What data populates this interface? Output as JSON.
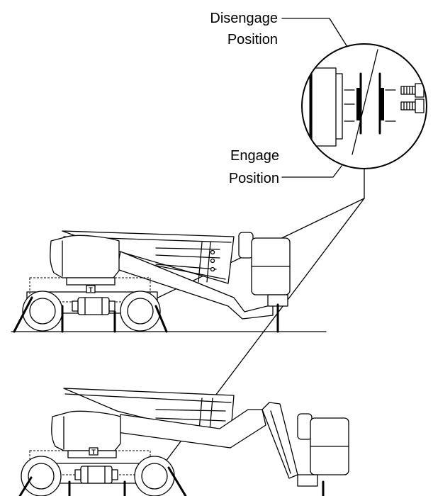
{
  "callouts": {
    "disengage": {
      "line1": "Disengage",
      "line2": "Position"
    },
    "engage": {
      "line1": "Engage",
      "line2": "Position"
    }
  },
  "machine_badge": "T"
}
